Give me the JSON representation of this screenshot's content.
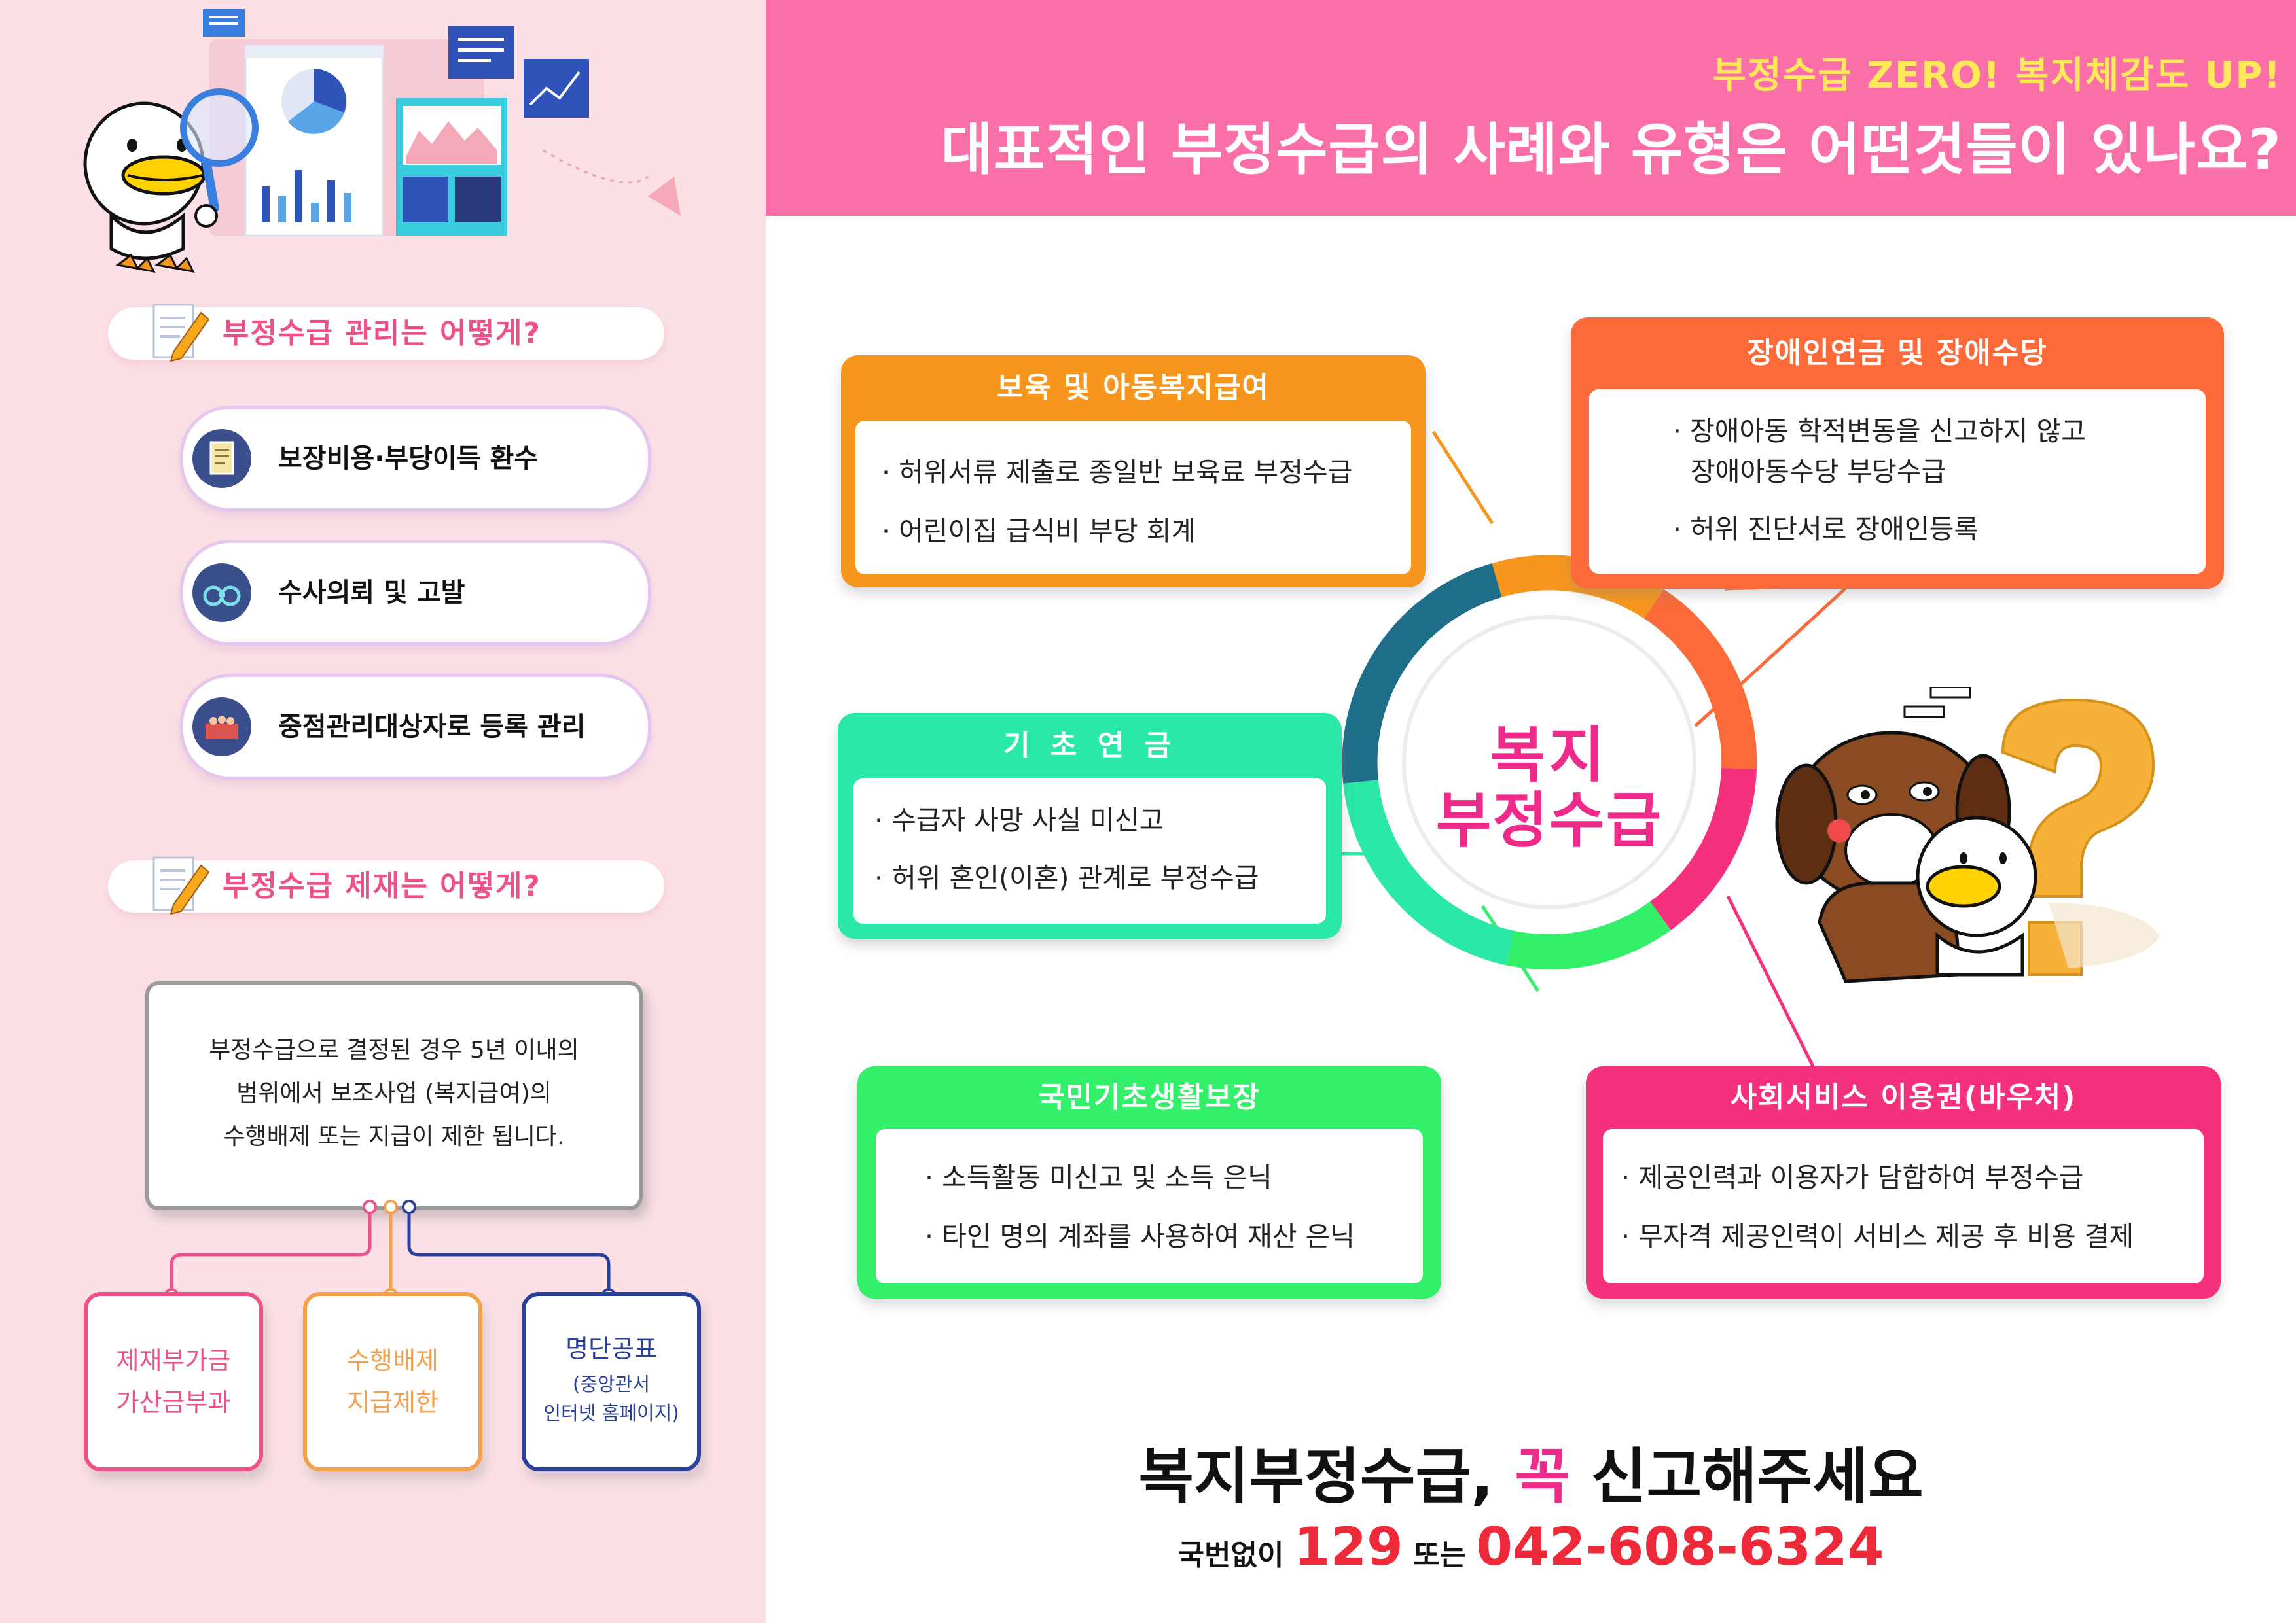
{
  "header": {
    "subtitle": "부정수급 ZERO! 복지체감도 UP!",
    "title": "대표적인 부정수급의 사례와 유형은 어떤것들이 있나요?"
  },
  "management": {
    "heading": "부정수급 관리는 어떻게?",
    "items": [
      {
        "label": "보장비용·부당이득 환수",
        "icon": "document-icon"
      },
      {
        "label": "수사의뢰 및 고발",
        "icon": "binoculars-icon"
      },
      {
        "label": "중점관리대상자로 등록 관리",
        "icon": "people-monitor-icon"
      }
    ]
  },
  "sanctions": {
    "heading": "부정수급 제재는 어떻게?",
    "description_lines": [
      "부정수급으로 결정된 경우 5년 이내의",
      "범위에서 보조사업 (복지급여)의",
      "수행배제 또는 지급이 제한 됩니다."
    ],
    "types": [
      {
        "lines": [
          "제재부가금",
          "가산금부과"
        ],
        "color": "#f0508a"
      },
      {
        "lines": [
          "수행배제",
          "지급제한"
        ],
        "color": "#f5a04a"
      },
      {
        "lines": [
          "명단공표",
          "(중앙관서",
          "인터넷 홈페이지)"
        ],
        "color": "#2a3f9a"
      }
    ]
  },
  "center": {
    "line1": "복지",
    "line2": "부정수급"
  },
  "cases": [
    {
      "title": "보육 및 아동복지급여",
      "color": "#f7961d",
      "items": [
        "· 허위서류 제출로 종일반 보육료 부정수급",
        "· 어린이집 급식비 부당 회계"
      ]
    },
    {
      "title": "장애인연금 및 장애수당",
      "color": "#fb6a38",
      "items": [
        "· 장애아동 학적변동을 신고하지 않고",
        "장애아동수당 부당수급",
        "· 허위 진단서로 장애인등록"
      ]
    },
    {
      "title": "기 초 연 금",
      "color": "#2ae8a6",
      "items": [
        "· 수급자 사망 사실  미신고",
        "· 허위 혼인(이혼)  관계로 부정수급"
      ]
    },
    {
      "title": "국민기초생활보장",
      "color": "#33f06a",
      "items": [
        "· 소득활동 미신고 및 소득 은닉",
        "· 타인 명의 계좌를 사용하여 재산 은닉"
      ]
    },
    {
      "title": "사회서비스 이용권(바우처)",
      "color": "#f5317e",
      "items": [
        "· 제공인력과 이용자가 담합하여 부정수급",
        "· 무자격 제공인력이 서비스 제공 후 비용 결제"
      ]
    }
  ],
  "footer": {
    "main_before": "복지부정수급,",
    "main_accent": "꼭",
    "main_after": "신고해주세요",
    "phone_prefix": "국번없이",
    "phone1": "129",
    "phone_mid": "또는",
    "phone2": "042-608-6324"
  },
  "colors": {
    "left_bg": "#fbe1e6",
    "header_bg": "#fb6fa8",
    "accent_pink": "#ee2a8a",
    "phone_red": "#ee2a3a"
  }
}
